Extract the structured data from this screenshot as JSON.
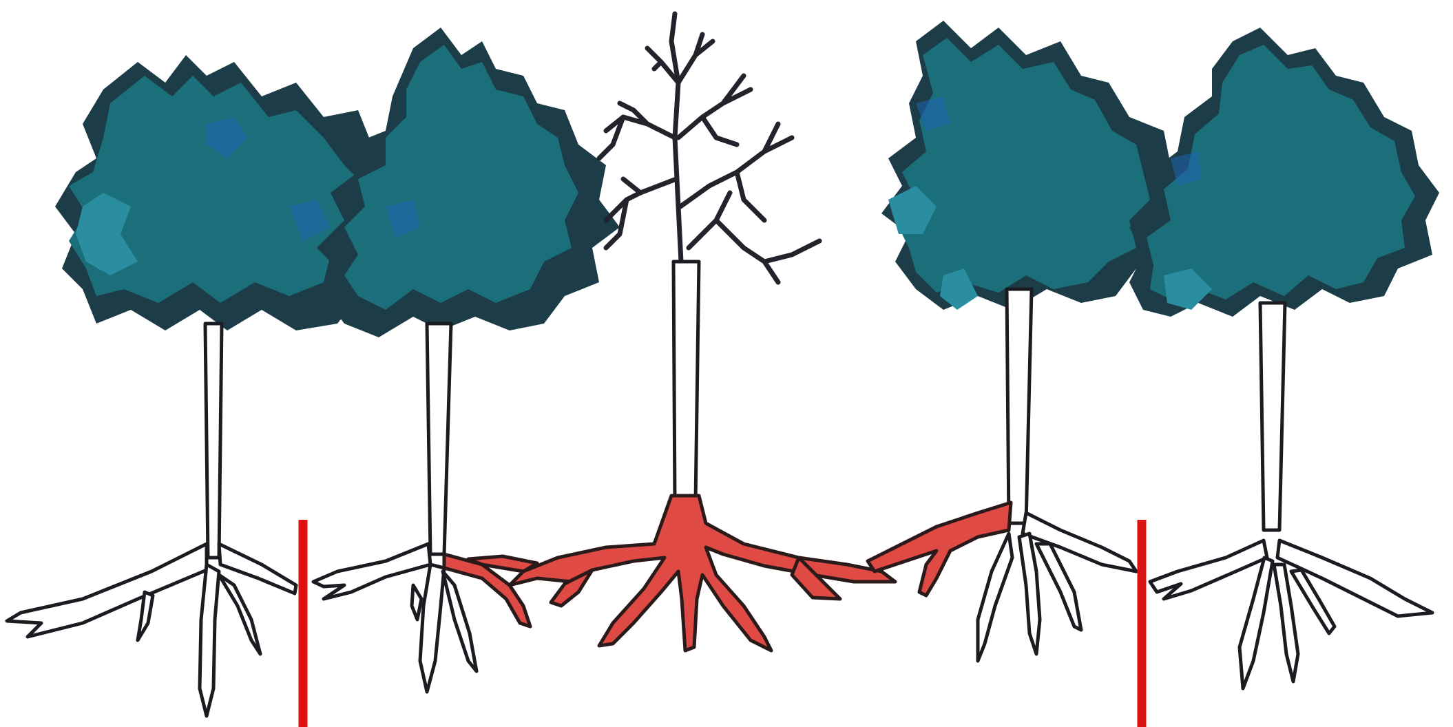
{
  "figure": {
    "trees": [
      {
        "id": "tree-1",
        "state": "living"
      },
      {
        "id": "tree-2",
        "state": "living"
      },
      {
        "id": "tree-3",
        "state": "dead"
      },
      {
        "id": "tree-4",
        "state": "living"
      },
      {
        "id": "tree-5",
        "state": "living"
      }
    ],
    "barriers": 2,
    "colors": {
      "foliage": "#1b6f7a",
      "foliage_shadow": "#1c3c47",
      "infected_roots": "#e04a44",
      "barrier": "#dd1111",
      "outline": "#1b1b22",
      "background": "#ffffff"
    }
  }
}
